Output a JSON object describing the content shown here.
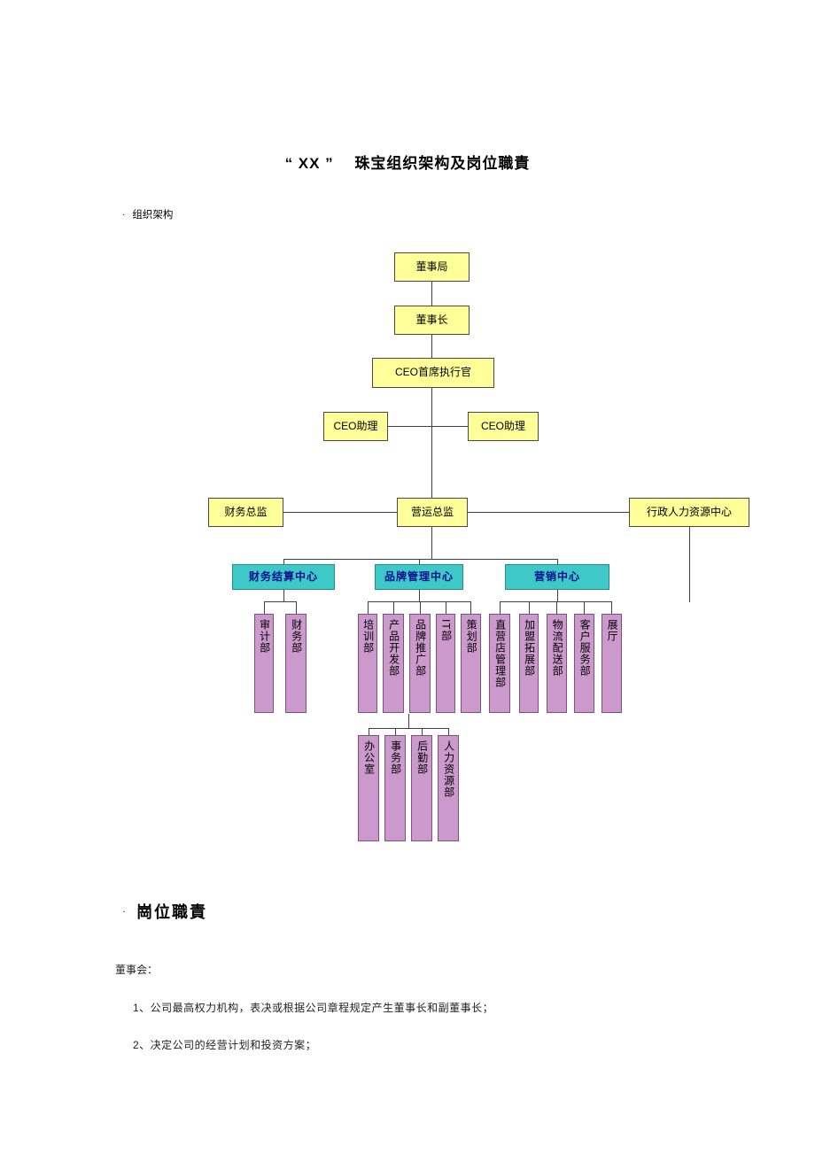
{
  "doc": {
    "title": "“ XX ”　 珠宝组织架构及岗位職責",
    "bullet": "·",
    "section_org": "组织架构",
    "duty_bullet": "·",
    "section_duty": "崗位職責"
  },
  "chart": {
    "colors": {
      "level_box": "#FFFF99",
      "center_box": "#3FC8C8",
      "dept_box": "#CC99CC",
      "line": "#404040"
    },
    "nodes": {
      "board": "董事局",
      "chairman": "董事长",
      "ceo": "CEO首席执行官",
      "ceo_assist_left": "CEO助理",
      "ceo_assist_right": "CEO助理",
      "finance_director": "财务总监",
      "operations_director": "营运总监",
      "admin_hr_center": "行政人力资源中心",
      "finance_settlement_center": "财务结算中心",
      "brand_management_center": "品牌管理中心",
      "marketing_center": "营销中心",
      "audit_dept": "审计部",
      "finance_dept": "财务部",
      "training_dept": "培训部",
      "product_dev_dept": "产品开发部",
      "brand_promotion_dept": "品牌推广部",
      "it_dept": "IT部",
      "planning_dept": "策划部",
      "direct_store_dept": "直营店管理部",
      "franchise_dept": "加盟拓展部",
      "logistics_dept": "物流配送部",
      "customer_service_dept": "客户服务部",
      "showroom": "展厅",
      "office": "办公室",
      "affairs_dept": "事务部",
      "logistics_support_dept": "后勤部",
      "hr_dept": "人力资源部"
    }
  },
  "body": {
    "heading": "董事会：",
    "items": [
      "1、公司最高权力机构，表决或根据公司章程规定产生董事长和副董事长；",
      "2、决定公司的经营计划和投资方案；"
    ]
  }
}
